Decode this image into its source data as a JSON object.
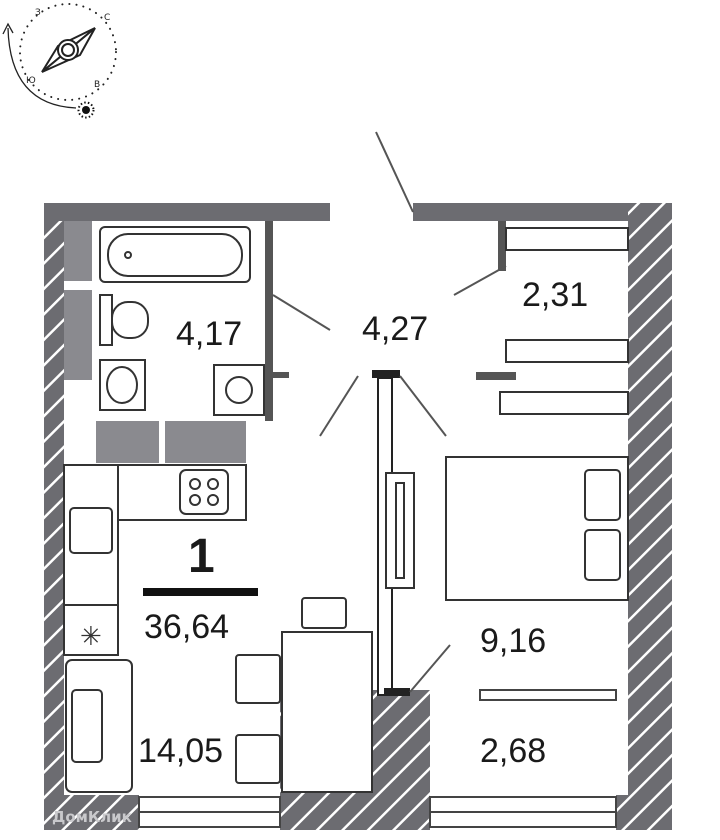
{
  "compass": {
    "north": "С",
    "west": "З",
    "south": "Ю",
    "east": "В",
    "icons": [
      "compass-needle-icon",
      "sun-icon",
      "rotation-arrow-icon"
    ]
  },
  "apartment": {
    "rooms_count": "1",
    "total_area": "36,64"
  },
  "rooms": {
    "bathroom": "4,17",
    "hallway": "4,27",
    "wardrobe": "2,31",
    "bedroom": "9,16",
    "kitchen_living": "14,05",
    "balcony": "2,68"
  },
  "watermark": "ДомКлик",
  "colors": {
    "wall": "#6c6c71",
    "text": "#1a1a1a",
    "fixture": "#8a8a8f"
  }
}
